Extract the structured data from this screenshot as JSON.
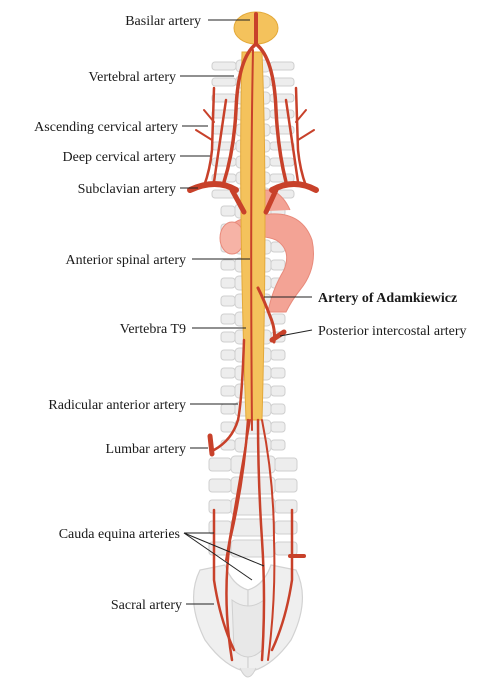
{
  "labels": {
    "basilar": "Basilar artery",
    "vertebral": "Vertebral artery",
    "ascending_cervical": "Ascending cervical artery",
    "deep_cervical": "Deep cervical artery",
    "subclavian": "Subclavian artery",
    "anterior_spinal": "Anterior spinal artery",
    "adamkiewicz": "Artery of Adamkiewicz",
    "posterior_intercostal": "Posterior intercostal artery",
    "vertebra_t9": "Vertebra T9",
    "radicular_anterior": "Radicular anterior artery",
    "lumbar": "Lumbar artery",
    "cauda_equina": "Cauda equina arteries",
    "sacral": "Sacral artery"
  },
  "colors": {
    "artery": "#c8412a",
    "artery_light": "#e0735a",
    "spinal_cord": "#f4c25c",
    "aorta": "#f3a395",
    "bone": "#ededed",
    "bone_outline": "#cfcfcf",
    "text": "#1a1a1a"
  }
}
